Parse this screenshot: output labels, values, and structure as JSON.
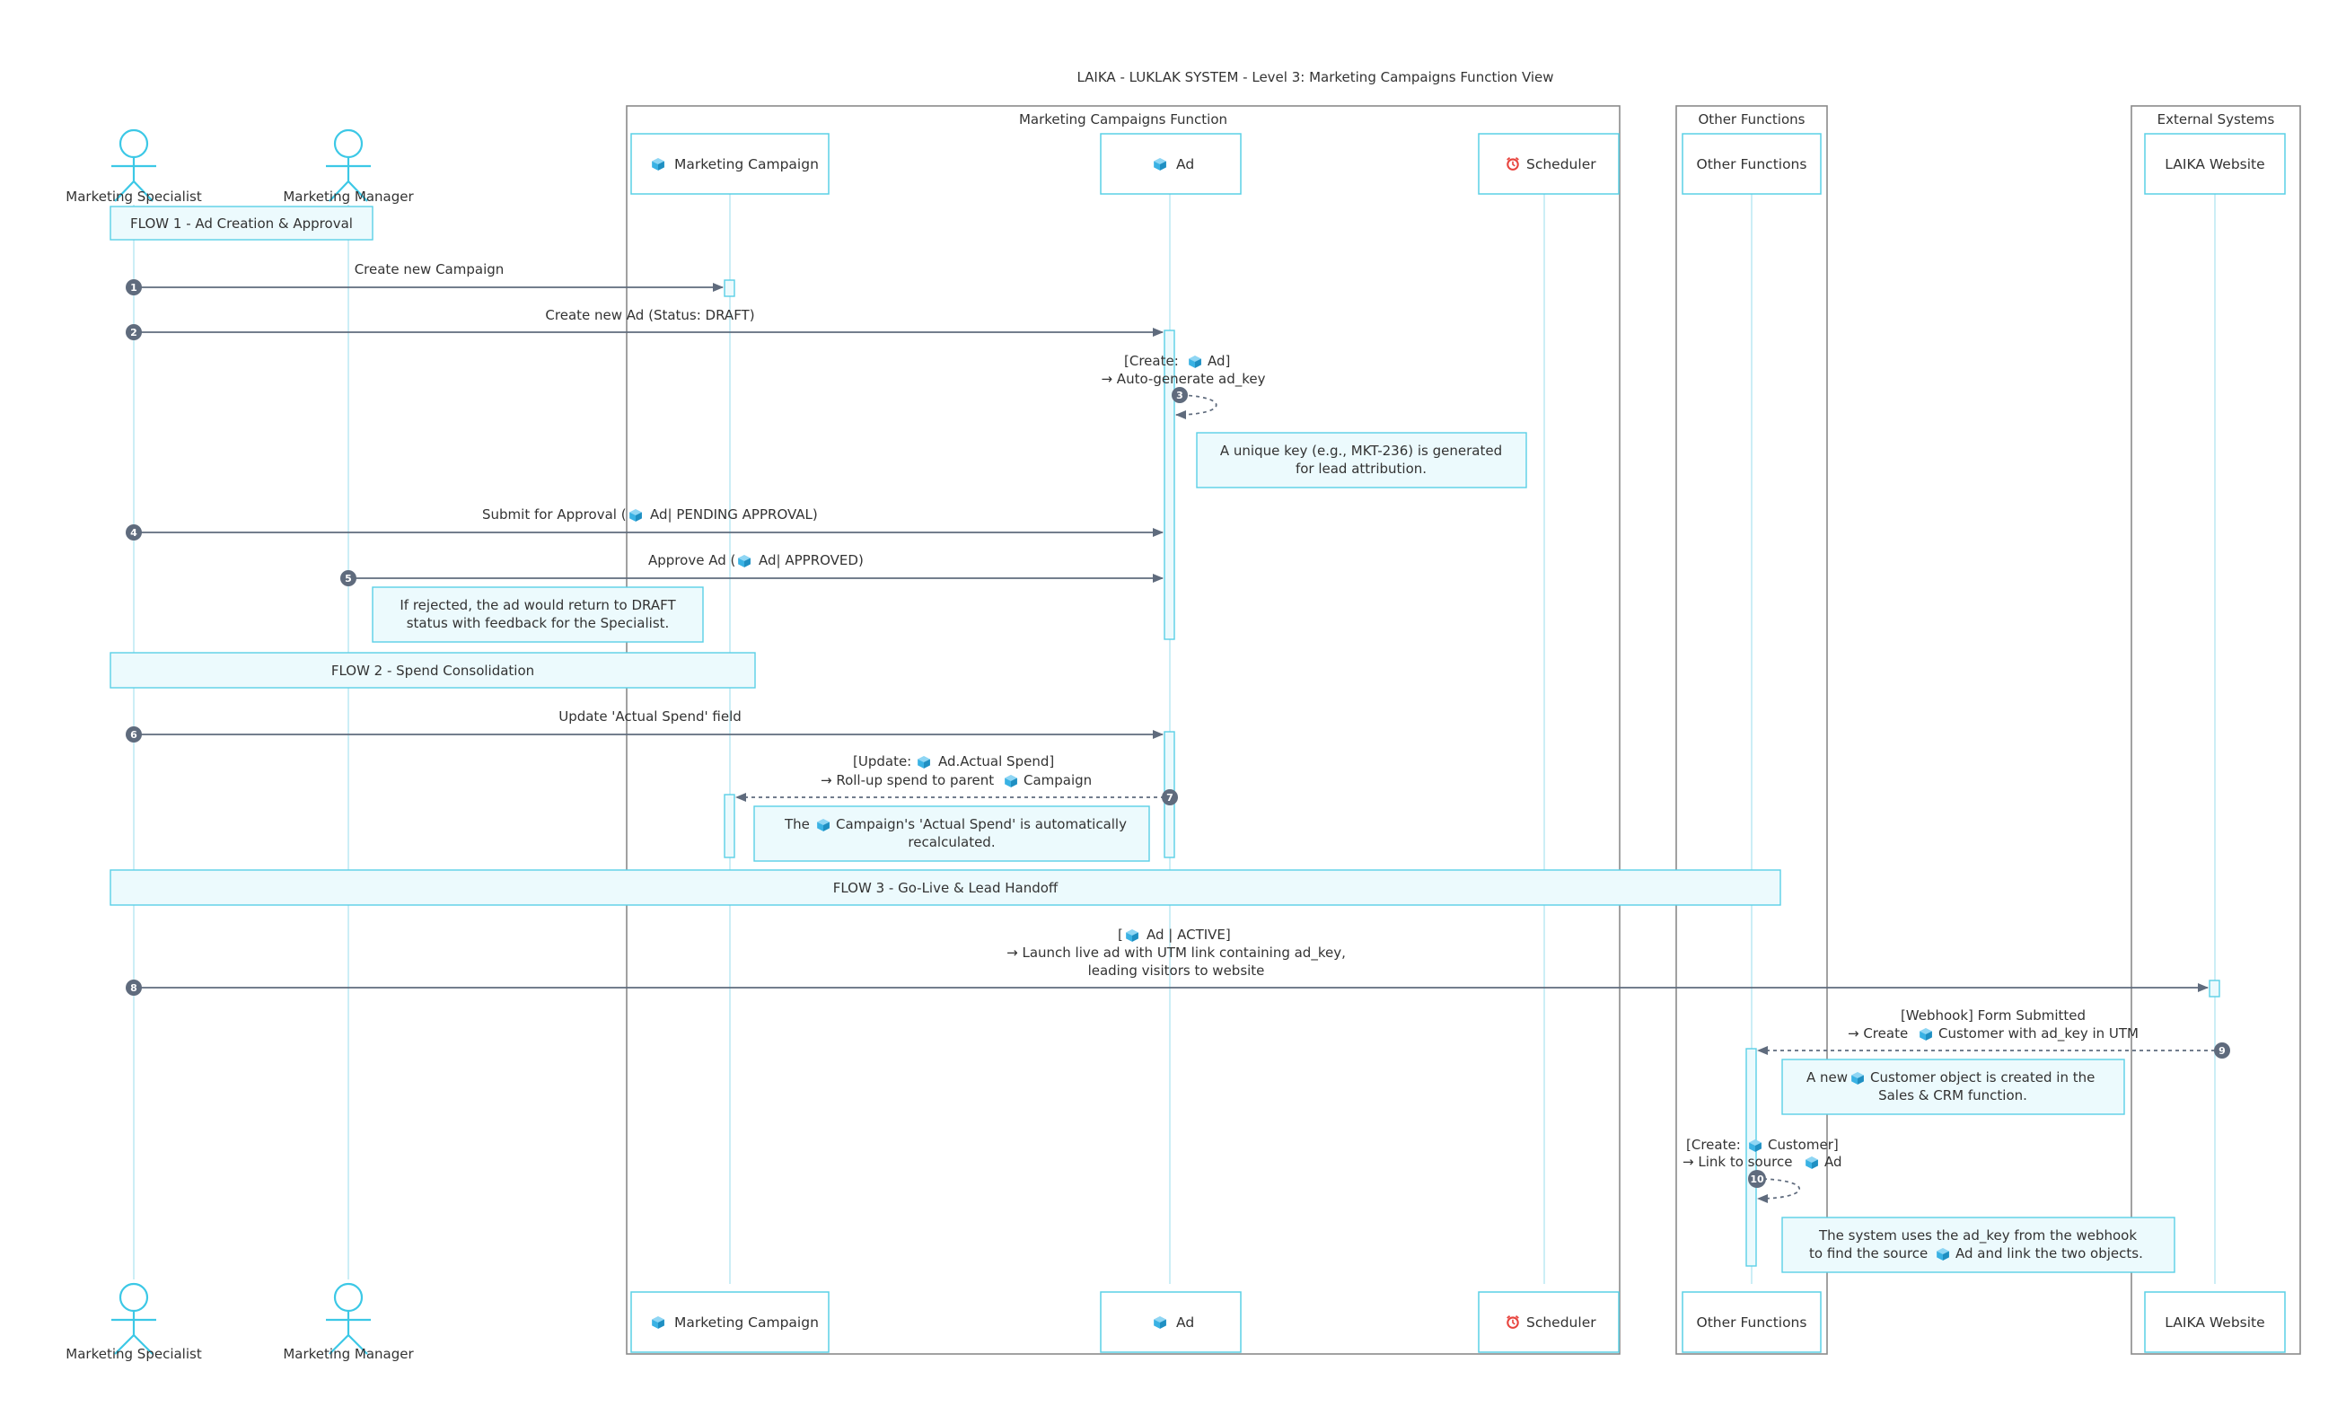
{
  "title": "LAIKA - LUKLAK SYSTEM - Level 3: Marketing Campaigns Function View",
  "groups": {
    "marketing": "Marketing Campaigns Function",
    "other": "Other Functions",
    "external": "External Systems"
  },
  "participants": {
    "spec": "Marketing Specialist",
    "mgr": "Marketing Manager",
    "campaign": "Marketing Campaign",
    "ad": "Ad",
    "sched": "Scheduler",
    "other": "Other Functions",
    "web": "LAIKA Website"
  },
  "icons": {
    "campaign": "cube-icon",
    "ad": "cube-icon",
    "sched": "alarm-clock-icon"
  },
  "flows": {
    "f1": "FLOW 1 - Ad Creation & Approval",
    "f2": "FLOW 2 - Spend Consolidation",
    "f3": "FLOW 3 - Go-Live & Lead Handoff"
  },
  "messages": {
    "m1": "Create new Campaign",
    "m2": "Create new Ad (Status: DRAFT)",
    "m3a": "[Create:",
    "m3b": "Ad]",
    "m3c": "→ Auto-generate ad_key",
    "m4a": "Submit for Approval (",
    "m4b": "Ad| PENDING APPROVAL)",
    "m5a": "Approve Ad (",
    "m5b": "Ad| APPROVED)",
    "m6": "Update 'Actual Spend' field",
    "m7a": "[Update:",
    "m7b": "Ad.Actual Spend]",
    "m7c": "→ Roll-up spend to parent",
    "m7d": "Campaign",
    "m8a": "[",
    "m8b": "Ad | ACTIVE]",
    "m8c": "→ Launch live ad with UTM link containing ad_key,",
    "m8d": "leading visitors to website",
    "m9a": "[Webhook] Form Submitted",
    "m9b": "→ Create",
    "m9c": "Customer with ad_key in UTM",
    "m10a": "[Create:",
    "m10b": "Customer]",
    "m10c": "→ Link to source",
    "m10d": "Ad"
  },
  "notes": {
    "n1a": "A unique key (e.g., MKT-236) is generated",
    "n1b": "for lead attribution.",
    "n2a": "If rejected, the ad would return to DRAFT",
    "n2b": "status with feedback for the Specialist.",
    "n3a": "The",
    "n3b": "Campaign's 'Actual Spend' is automatically",
    "n3c": "recalculated.",
    "n4a": "A new",
    "n4b": "Customer object is created in the",
    "n4c": "Sales & CRM function.",
    "n5a": "The system uses the ad_key from the webhook",
    "n5b": "to find the source",
    "n5c": "Ad and link the two objects."
  },
  "steps": [
    "1",
    "2",
    "3",
    "4",
    "5",
    "6",
    "7",
    "8",
    "9",
    "10"
  ]
}
